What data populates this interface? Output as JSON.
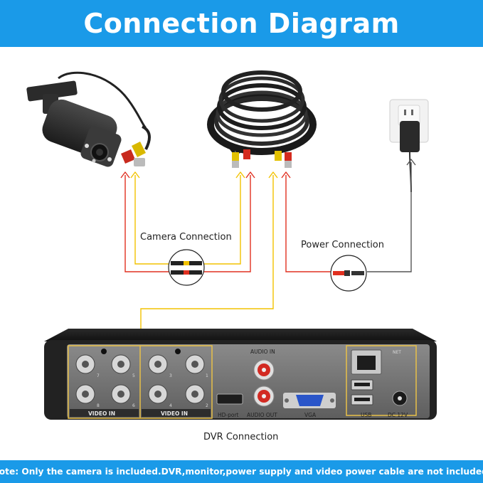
{
  "header": {
    "title": "Connection Diagram"
  },
  "labels": {
    "camera_connection": "Camera Connection",
    "power_connection": "Power Connection",
    "dvr_connection": "DVR Connection"
  },
  "dvr": {
    "audio_in": "AUDIO IN",
    "audio_out": "AUDIO OUT",
    "hd_port": "HD-port",
    "vga": "VGA",
    "usb": "USB",
    "dc": "DC 12V",
    "net": "NET",
    "video_in_left": "VIDEO IN",
    "video_in_right": "VIDEO IN",
    "channels": [
      "7",
      "5",
      "3",
      "1",
      "8",
      "6",
      "4",
      "2"
    ]
  },
  "footer": {
    "note": "Note: Only the camera is included.DVR,monitor,power supply and video power cable are not included."
  },
  "colors": {
    "banner": "#1a9ae8",
    "video_wire": "#f2c200",
    "power_wire": "#e03020",
    "adapter_wire": "#555555"
  }
}
